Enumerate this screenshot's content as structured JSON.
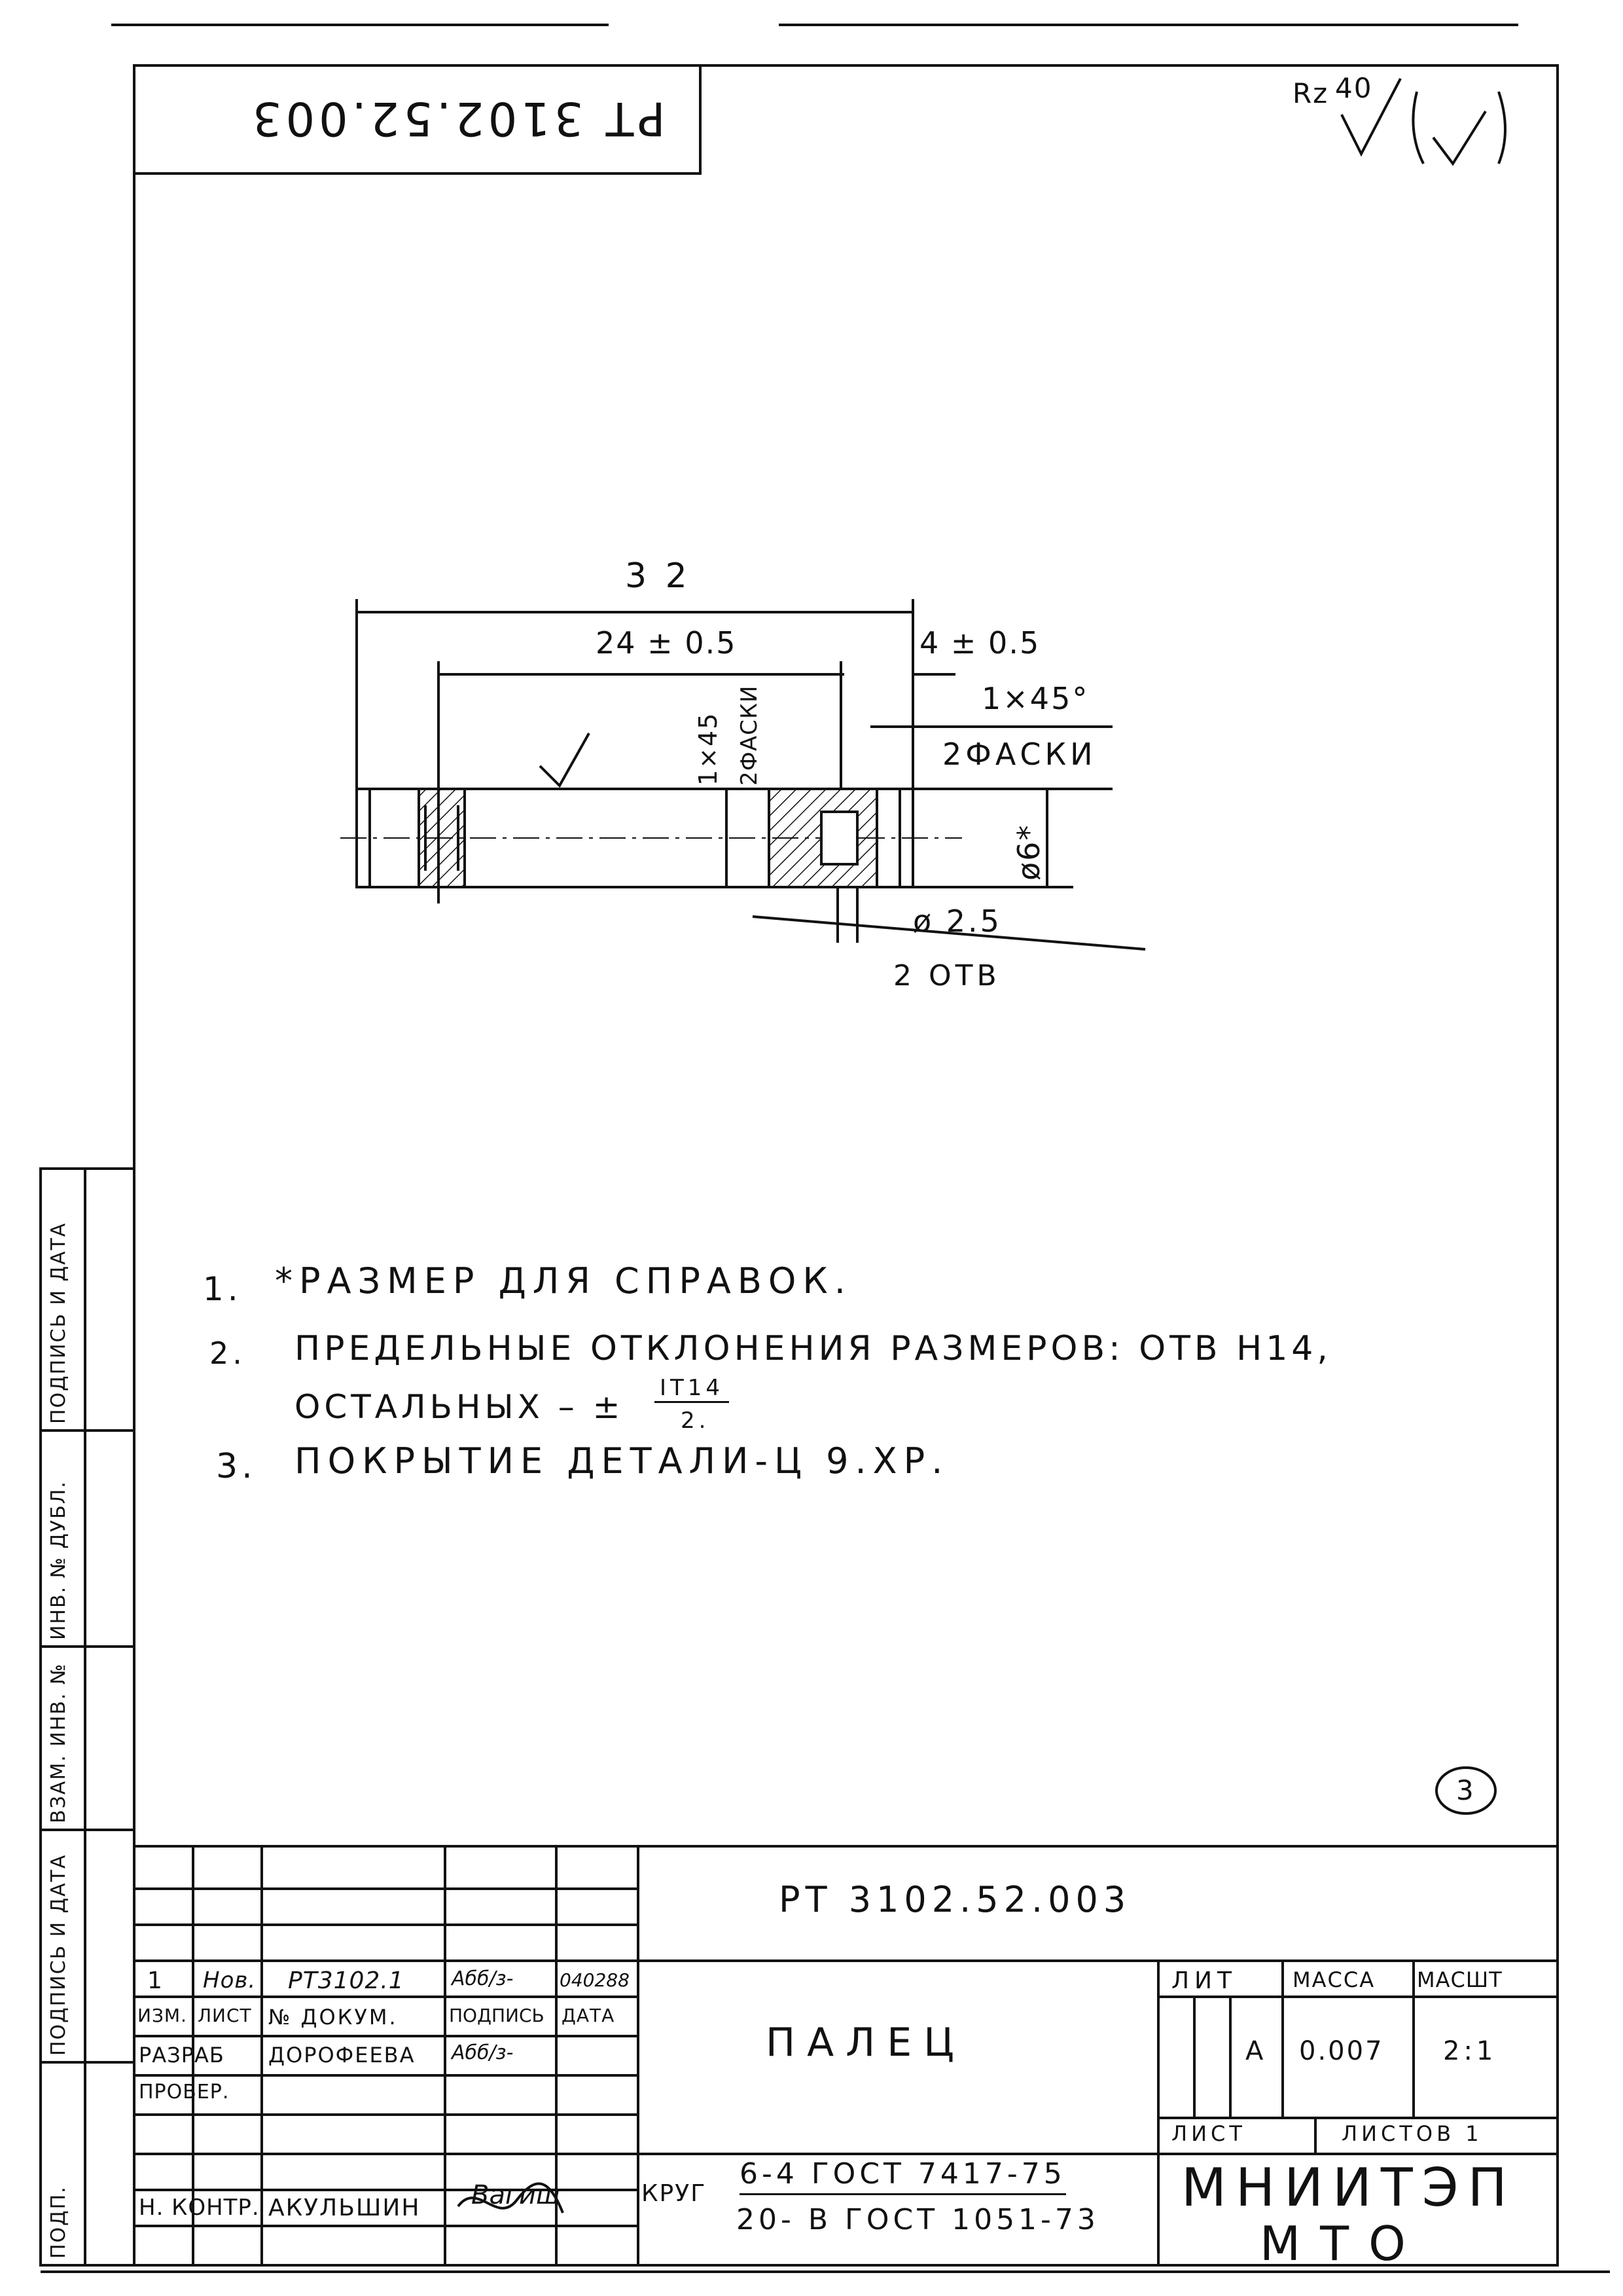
{
  "corner_stamp": "РТ 3102.52.003",
  "roughness": {
    "rz": "Rz",
    "value": "40",
    "other": "(√)"
  },
  "dimensions": {
    "overall_length": "3 2",
    "body_length": "24 ± 0.5",
    "end_length": "4 ± 0.5",
    "chamfer_small": "1×45",
    "chamfer_small_count": "2ФАСКИ",
    "chamfer_large": "1×45°",
    "chamfer_large_count": "2ФАСКИ",
    "diameter": "ø6*",
    "hole_diameter": "ø 2.5",
    "hole_count": "2 ОТВ"
  },
  "notes": [
    {
      "num": "1.",
      "text": "*РАЗМЕР  ДЛЯ СПРАВОК."
    },
    {
      "num": "2.",
      "text": "ПРЕДЕЛЬНЫЕ ОТКЛОНЕНИЯ РАЗМЕРОВ: ОТВ Н14,"
    },
    {
      "num": "",
      "text": "ОСТАЛЬНЫХ – ±",
      "fraction_top": "IT14",
      "fraction_bottom": "2."
    },
    {
      "num": "3.",
      "text": "ПОКРЫТИЕ ДЕТАЛИ-Ц 9.ХР."
    }
  ],
  "sheet_marker": "3",
  "left_margin": [
    "ПОДП.",
    "ПОДПИСЬ И ДАТА",
    "ВЗАМ. ИНВ. №",
    "ИНВ. № ДУБЛ.",
    "ПОДПИСЬ И ДАТА"
  ],
  "title_block": {
    "doc_number": "РТ 3102.52.003",
    "name": "ПАЛЕЦ",
    "change_row": {
      "izm": "1",
      "list": "Нов.",
      "doc": "РТ3102.1",
      "sign": "Абб/з-",
      "date": "040288"
    },
    "headers": {
      "izm": "ИЗМ.",
      "list": "ЛИСТ",
      "doc": "№ ДОКУМ.",
      "sign": "ПОДПИСЬ",
      "date": "ДАТА"
    },
    "razrab_label": "РАЗРАБ",
    "razrab_name": "ДОРОФЕЕВА",
    "razrab_sign": "Абб/з-",
    "prover_label": "ПРОВЕР.",
    "nkontr_label": "Н. КОНТР.",
    "nkontr_name": "АКУЛЬШИН",
    "nkontr_sign": "Вагиш",
    "lit_header": "ЛИТ",
    "mass_header": "МАССА",
    "scale_header": "МАСШТ",
    "lit_value": "А",
    "mass_value": "0.007",
    "scale_value": "2:1",
    "sheet_label": "ЛИСТ",
    "sheets_label": "ЛИСТОВ 1",
    "material_prefix": "КРУГ",
    "material_top": "6-4 ГОСТ 7417-75",
    "material_bottom": "20- В ГОСТ 1051-73",
    "org_line1": "МНИИТЭП",
    "org_line2": "МТО"
  }
}
